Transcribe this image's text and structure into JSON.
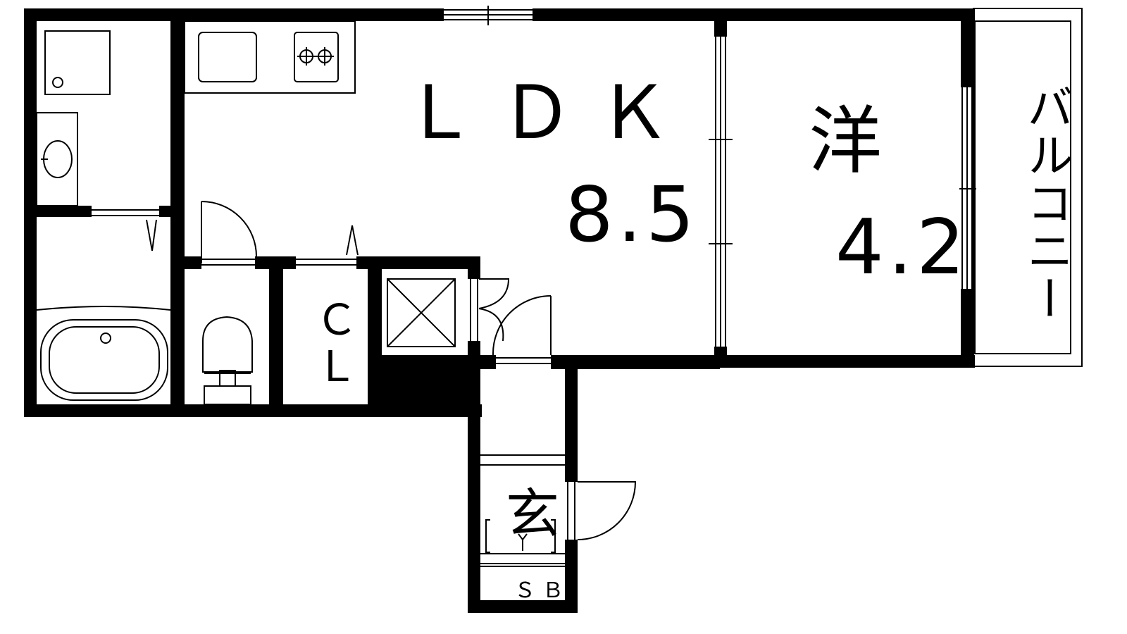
{
  "rooms": {
    "ldk": {
      "name": "ＬＤＫ",
      "size": "8.5"
    },
    "western": {
      "name": "洋",
      "size": "4.2"
    },
    "balcony": {
      "name": "バルコニー"
    },
    "closet": {
      "name": "ＣＬ"
    },
    "entrance": {
      "name": "玄"
    },
    "shoe_box": {
      "name": "ＳＢ"
    }
  },
  "colors": {
    "wall": "#000000",
    "line": "#000000",
    "background": "#ffffff"
  }
}
